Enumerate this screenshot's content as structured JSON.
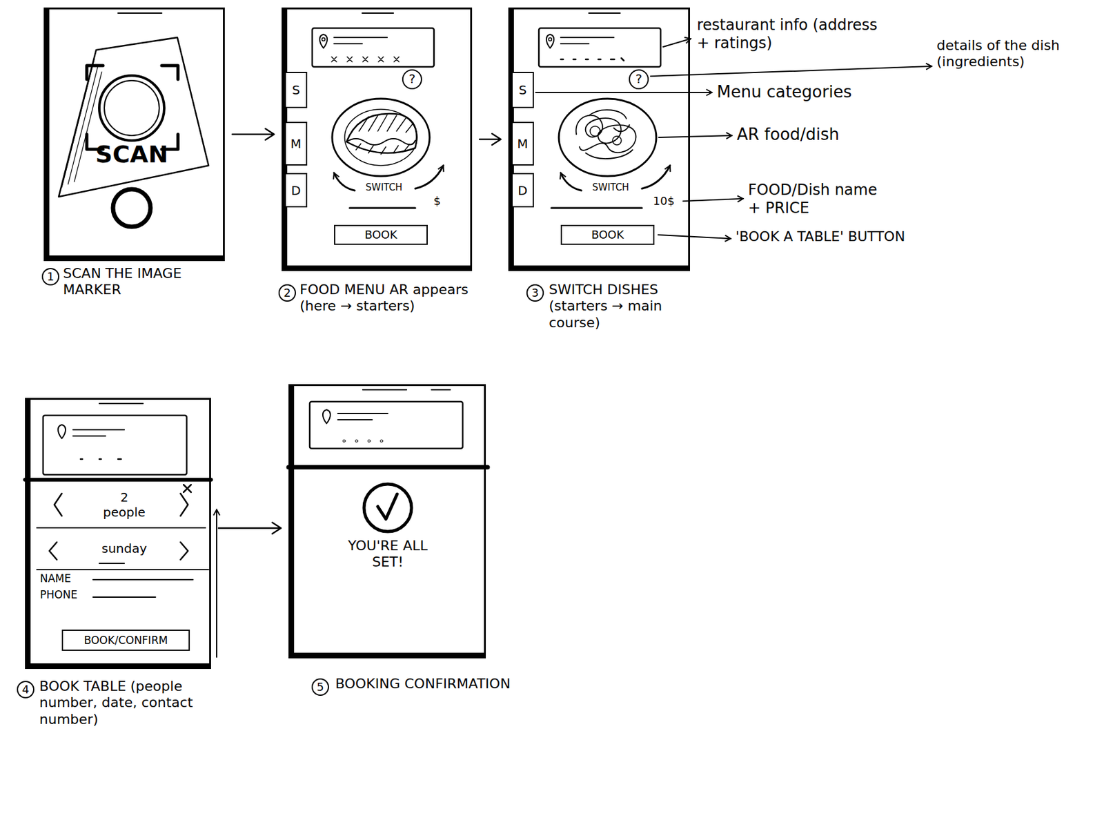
{
  "diagram": {
    "nodes": [
      {
        "text": [
          "SCAN",
          "1",
          "SCAN THE IMAGE MARKER"
        ]
      },
      {
        "text": [
          "SWITCH",
          "$",
          "?",
          "2",
          "FOOD MENU AR appears (here → starters)"
        ]
      },
      {
        "text": [
          "S"
        ],
        "in": 1
      },
      {
        "text": [
          "M"
        ],
        "in": 1
      },
      {
        "text": [
          "D"
        ],
        "in": 1
      },
      {
        "text": [
          "BOOK"
        ],
        "in": 1
      },
      {
        "text": [
          "SWITCH",
          "10$",
          "?",
          "3",
          "SWITCH DISHES (starters → main course)"
        ]
      },
      {
        "text": [
          "S"
        ],
        "in": 6
      },
      {
        "text": [
          "M"
        ],
        "in": 6
      },
      {
        "text": [
          "D"
        ],
        "in": 6
      },
      {
        "text": [
          "BOOK"
        ],
        "in": 6
      },
      {
        "text": [
          "2 people",
          "sunday",
          "NAME",
          "PHONE",
          "4",
          "BOOK TABLE (people number, date, contact number)"
        ]
      },
      {
        "text": [
          "BOOK/CONFIRM"
        ],
        "in": 11
      },
      {
        "text": [
          "YOU'RE ALL SET!",
          "5",
          "BOOKING CONFIRMATION"
        ]
      }
    ],
    "edges": [
      {
        "from": 0,
        "to": 1,
        "arrow": "to"
      },
      {
        "from": 1,
        "to": 6,
        "arrow": "to"
      },
      {
        "from": 11,
        "to": 13,
        "arrow": "to"
      }
    ],
    "labels": [
      "restaurant info (address + ratings)",
      "details of the dish (ingredients)",
      "Menu categories",
      "AR food/dish",
      "FOOD/Dish name + PRICE",
      "'BOOK A TABLE' BUTTON"
    ]
  }
}
